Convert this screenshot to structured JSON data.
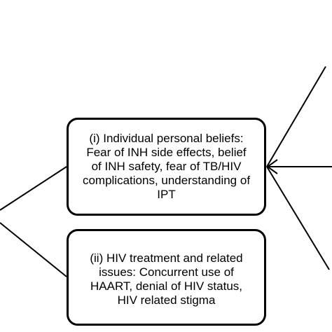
{
  "diagram": {
    "boxes": [
      {
        "id": "individual-beliefs",
        "lines": [
          "(i) Individual personal beliefs:",
          "Fear of INH side effects, belief",
          "of INH safety, fear of TB/HIV",
          "complications, understanding of",
          "IPT"
        ]
      },
      {
        "id": "hiv-treatment",
        "lines": [
          "(ii) HIV treatment and related",
          "issues: Concurrent use of",
          "HAART, denial of HIV status,",
          "HIV related stigma"
        ]
      }
    ],
    "colors": {
      "stroke": "#000000",
      "fill": "#ffffff",
      "text": "#000000"
    }
  }
}
